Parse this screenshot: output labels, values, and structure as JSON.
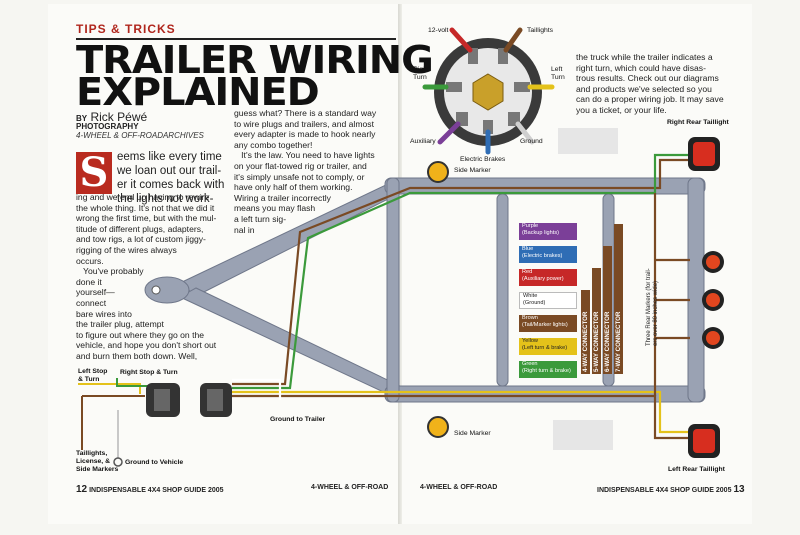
{
  "header": {
    "tips": "TIPS & TRICKS",
    "title_line1": "TRAILER WIRING",
    "title_line2": "EXPLAINED",
    "by": "BY",
    "author": "Rick Péwé",
    "photography": "PHOTOGRAPHY",
    "archives": "4-WHEEL & OFF-ROADARCHIVES"
  },
  "article": {
    "dropcap": "S",
    "lead": "eems like every time\nwe loan out our trail-\ner it comes back with\nthe lights not work-",
    "col1": "ing and we end up having to rewire\nthe whole thing. It's not that we did it\nwrong the first time, but with the mul-\ntitude of different plugs, adapters,\nand tow rigs, a lot of custom jiggy-\nrigging of the wires always\noccurs.\n   You've probably\ndone it\nyourself—\nconnect\nbare wires into\nthe trailer plug, attempt\nto figure out where they go on the\nvehicle, and hope you don't short out\nand burn them both down. Well,",
    "col2": "guess what? There is a standard way\nto wire plugs and trailers, and almost\nevery adapter is made to hook nearly\nany combo together!\n   It's the law. You need to have lights\non your flat-towed rig or trailer, and\nit's simply unsafe not to comply, or\nhave only half of them working.\nWiring a trailer incorrectly\nmeans you may flash\na left turn sig-\nnal in",
    "col3": "the truck while the trailer indicates a\nright turn, which could have disas-\ntrous results. Check out our diagrams\nand products we've selected so you\ncan do a proper wiring job. It may save\nyou a ticket, or your life."
  },
  "plug_diagram": {
    "labels": {
      "twelve_volt": "12-volt",
      "taillights": "Taillights",
      "right_turn": "Right\nTurn",
      "left_turn": "Left\nTurn",
      "auxiliary": "Auxiliary",
      "ground": "Ground",
      "electric_brakes": "Electric Brakes"
    }
  },
  "trailer_labels": {
    "side_marker_top": "Side Marker",
    "side_marker_bottom": "Side Marker",
    "right_rear_taillight": "Right Rear Taillight",
    "left_rear_taillight": "Left Rear Taillight",
    "three_rear_markers": "Three Rear Markers (for trail-\ners over 80 inches wide)",
    "left_stop_turn": "Left Stop\n& Turn",
    "right_stop_turn": "Right Stop & Turn",
    "ground_to_trailer": "Ground to Trailer",
    "ground_to_vehicle": "Ground to Vehicle",
    "taillights_license": "Taillights,\nLicense, &\nSide Markers"
  },
  "legend": [
    {
      "name": "Purple",
      "desc": "(Backup lights)",
      "color": "#7b3f98"
    },
    {
      "name": "Blue",
      "desc": "(Electric brakes)",
      "color": "#2f6db5"
    },
    {
      "name": "Red",
      "desc": "(Auxiliary power)",
      "color": "#c62828"
    },
    {
      "name": "White",
      "desc": "(Ground)",
      "color": "#ffffff"
    },
    {
      "name": "Brown",
      "desc": "(Tail/Marker lights)",
      "color": "#7a4a24"
    },
    {
      "name": "Yellow",
      "desc": "(Left turn & brake)",
      "color": "#e4c21a"
    },
    {
      "name": "Green",
      "desc": "(Right turn & brake)",
      "color": "#3b9a3b"
    }
  ],
  "connectors": [
    "4-WAY CONNECTOR",
    "5-WAY CONNECTOR",
    "6-WAY CONNECTOR",
    "7-WAY CONNECTOR"
  ],
  "footer": {
    "left_num": "12",
    "left_text": "INDISPENSABLE 4X4 SHOP GUIDE 2005",
    "left_brand": "4-WHEEL & OFF-ROAD",
    "right_brand": "4-WHEEL & OFF-ROAD",
    "right_text": "INDISPENSABLE 4X4 SHOP GUIDE 2005",
    "right_num": "13"
  },
  "colors": {
    "accent_red": "#b92b1f",
    "frame": "#8a93a6",
    "lamp_red": "#d72e1f",
    "lamp_amber": "#f0b21a"
  }
}
